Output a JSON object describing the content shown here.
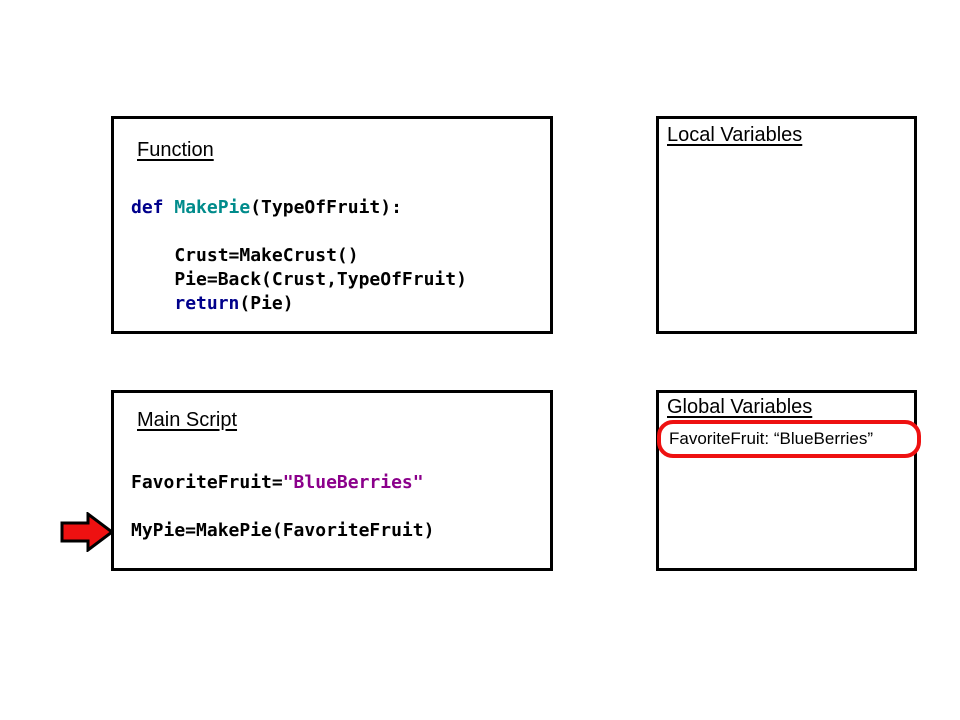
{
  "colors": {
    "keyword": "#00008B",
    "function_name": "#008B8B",
    "string": "#8B008B",
    "highlight": "#EE1111",
    "border": "#000000",
    "text": "#000000",
    "background": "#FFFFFF"
  },
  "icons": {
    "pointer_arrow": "right-block-arrow"
  },
  "function_box": {
    "title": "Function",
    "code_lines": [
      [
        [
          "def",
          "keyword"
        ],
        [
          " ",
          "plain"
        ],
        [
          "MakePie",
          "function_name"
        ],
        [
          "(TypeOfFruit):",
          "plain"
        ]
      ],
      [],
      [
        [
          "    Crust=MakeCrust()",
          "plain"
        ]
      ],
      [
        [
          "    Pie=Back(Crust,TypeOfFruit)",
          "plain"
        ]
      ],
      [
        [
          "    ",
          "plain"
        ],
        [
          "return",
          "keyword"
        ],
        [
          "(Pie)",
          "plain"
        ]
      ]
    ]
  },
  "main_script_box": {
    "title": "Main Script",
    "code_lines": [
      [
        [
          "FavoriteFruit=",
          "plain"
        ],
        [
          "\"BlueBerries\"",
          "string"
        ]
      ],
      [],
      [
        [
          "MyPie=MakePie(FavoriteFruit)",
          "plain"
        ]
      ]
    ]
  },
  "local_variables_box": {
    "title": "Local Variables"
  },
  "global_variables_box": {
    "title": "Global Variables",
    "entry": "FavoriteFruit:  “BlueBerries”"
  }
}
